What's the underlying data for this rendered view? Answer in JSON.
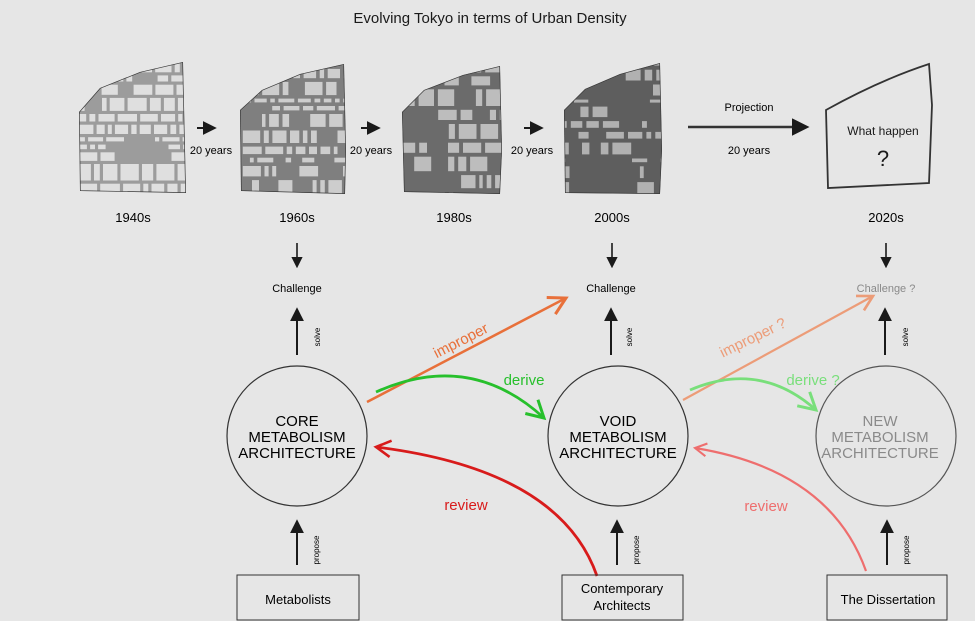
{
  "title": "Evolving Tokyo in terms of Urban Density",
  "eras": [
    {
      "label": "1940s",
      "density": "low"
    },
    {
      "label": "1960s",
      "density": "medium"
    },
    {
      "label": "1980s",
      "density": "high"
    },
    {
      "label": "2000s",
      "density": "very-high"
    },
    {
      "label": "2020s",
      "density": "unknown"
    }
  ],
  "intervals": [
    "20 years",
    "20 years",
    "20 years"
  ],
  "projection": {
    "top_label": "Projection",
    "bottom_label": "20 years"
  },
  "future_map": {
    "label": "What happen",
    "mark": "?"
  },
  "challenges": [
    "Challenge",
    "Challenge",
    "Challenge ?"
  ],
  "solve_label": "solve",
  "propose_label": "propose",
  "circles": [
    [
      "CORE",
      "METABOLISM",
      "ARCHITECTURE"
    ],
    [
      "VOID",
      "METABOLISM",
      "ARCHITECTURE"
    ],
    [
      "NEW",
      "METABOLISM",
      "ARCHITECTURE"
    ]
  ],
  "proposers": [
    [
      "Metabolists"
    ],
    [
      "Contemporary",
      "Architects"
    ],
    [
      "The Dissertation"
    ]
  ],
  "relations": {
    "improper_1": "improper",
    "derive_1": "derive",
    "improper_2": "improper ?",
    "derive_2": "derive ?",
    "review_1": "review",
    "review_2": "review"
  },
  "colors": {
    "background": "#e6e6e6",
    "ink": "#1a1a1a",
    "muted": "#8a8a8a",
    "improper": "#e8703a",
    "improper_faded": "#ec9c78",
    "derive": "#27c02c",
    "derive_faded": "#79df7b",
    "review": "#d81b1b",
    "review_faded": "#ee6e6e",
    "map": "#555555"
  }
}
